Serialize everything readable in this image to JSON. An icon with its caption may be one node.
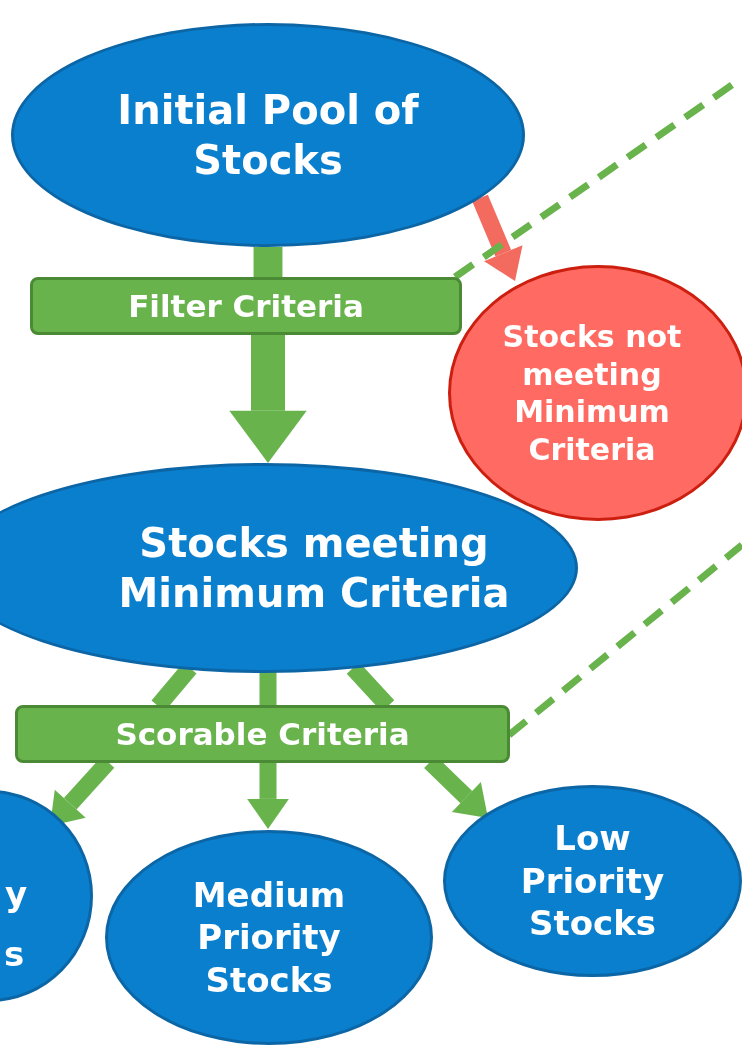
{
  "diagram": {
    "nodes": [
      {
        "text": [
          "Initial Pool of Stocks"
        ]
      },
      {
        "text": [
          "Filter Criteria"
        ]
      },
      {
        "text": [
          "Stocks not meeting Minimum Criteria"
        ]
      },
      {
        "text": [
          "Stocks meeting Minimum Criteria"
        ]
      },
      {
        "text": [
          "Scorable Criteria"
        ]
      },
      {
        "text": [
          "y",
          "s"
        ]
      },
      {
        "text": [
          "Medium Priority Stocks"
        ]
      },
      {
        "text": [
          "Low Priority Stocks"
        ]
      }
    ],
    "edges": [
      {
        "from": 0,
        "to": 1,
        "arrow": "none"
      },
      {
        "from": 1,
        "to": 3,
        "arrow": "to",
        "style": "thick"
      },
      {
        "from": 0,
        "to": 2,
        "arrow": "to",
        "color": "#f26b5e"
      },
      {
        "from": 1,
        "to": null,
        "arrow": "none",
        "style": "dashed"
      },
      {
        "from": 3,
        "to": 4,
        "arrow": "none"
      },
      {
        "from": 3,
        "to": 4,
        "arrow": "none"
      },
      {
        "from": 3,
        "to": 4,
        "arrow": "none"
      },
      {
        "from": 4,
        "to": 5,
        "arrow": "to"
      },
      {
        "from": 4,
        "to": 6,
        "arrow": "to"
      },
      {
        "from": 4,
        "to": 7,
        "arrow": "to"
      },
      {
        "from": 4,
        "to": null,
        "arrow": "none",
        "style": "dashed"
      }
    ]
  }
}
